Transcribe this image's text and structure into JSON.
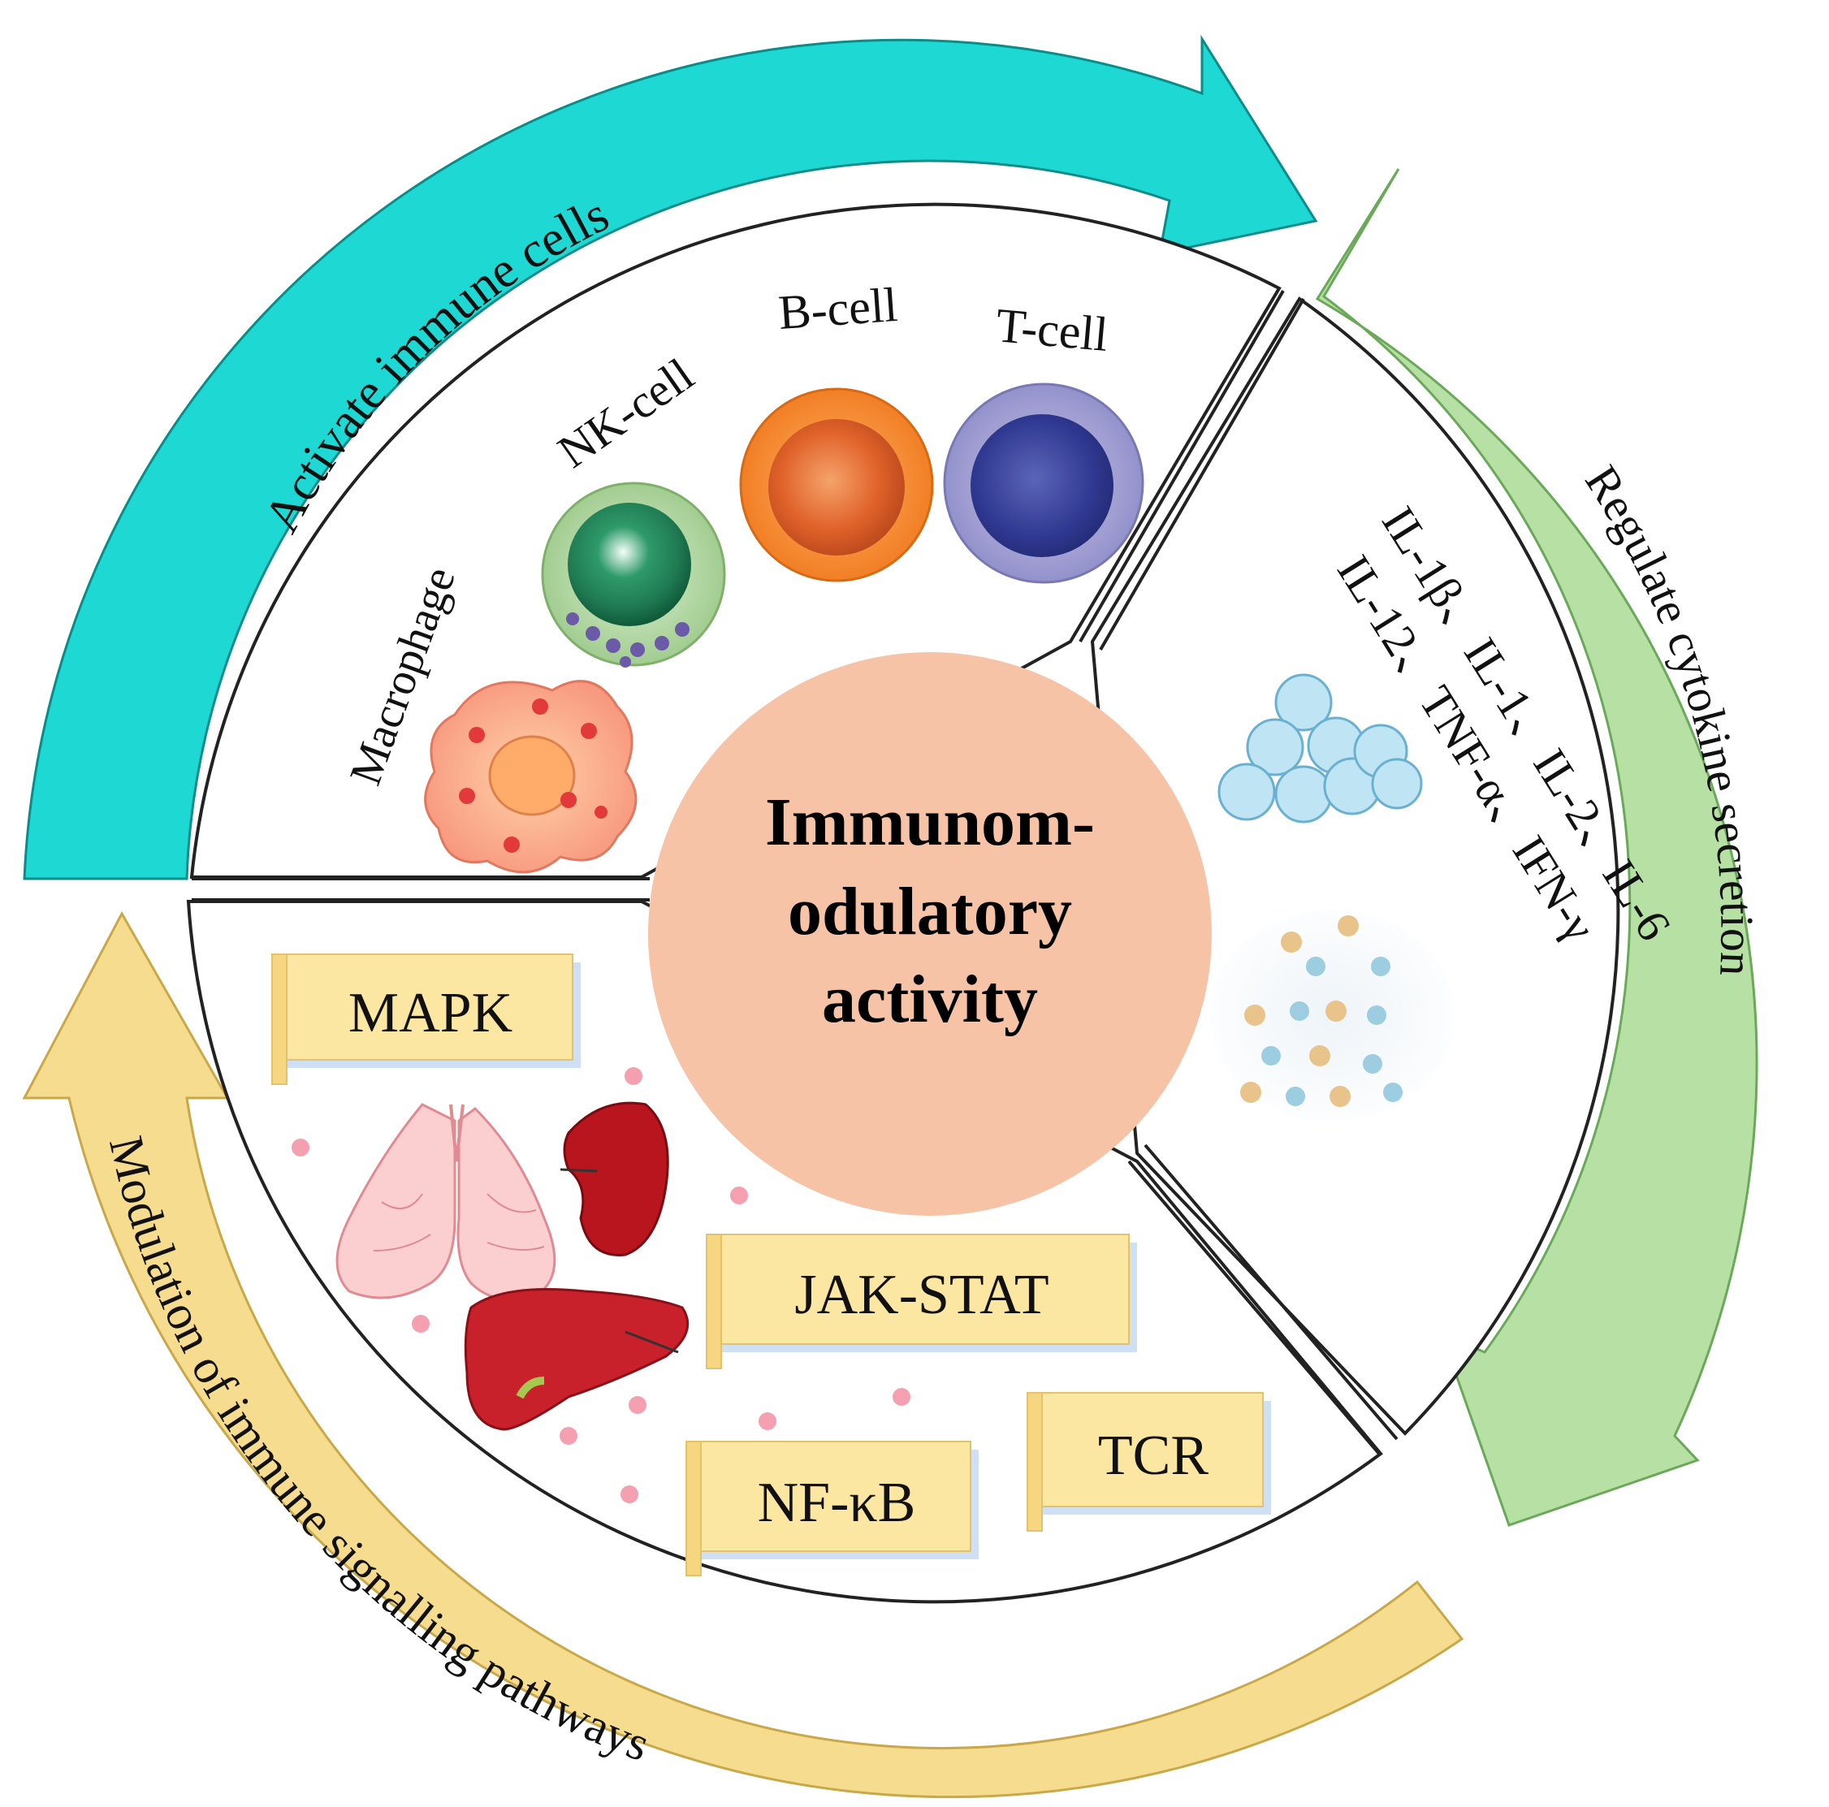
{
  "center": {
    "lines": [
      "Immunom-",
      "odulatory",
      "activity"
    ],
    "color": "#f6c3a6"
  },
  "arcs": {
    "activate": {
      "label": "Activate immune cells",
      "color": "#1ed8d4"
    },
    "regulate": {
      "label": "Regulate cytokine secretion",
      "color": "#b7e0a4"
    },
    "modulation": {
      "label": "Modulation of immune signalling pathways",
      "color": "#f6dc8e"
    }
  },
  "cells": {
    "macrophage": "Macrophage",
    "nk_cell": "NK-cell",
    "b_cell": "B-cell",
    "t_cell": "T-cell"
  },
  "cytokines": {
    "line1": "IL-1β、IL-1、IL-2、IL-6",
    "line2": "IL-12、TNF-α、IFN-γ"
  },
  "pathways": {
    "mapk": "MAPK",
    "jak_stat": "JAK-STAT",
    "nf_kb": "NF-κB",
    "tcr": "TCR"
  },
  "colors": {
    "scroll_fill": "#fbe6a2",
    "scroll_shadow": "#bcd3f0",
    "divider": "#222222",
    "dots": "#f4a0b0"
  }
}
